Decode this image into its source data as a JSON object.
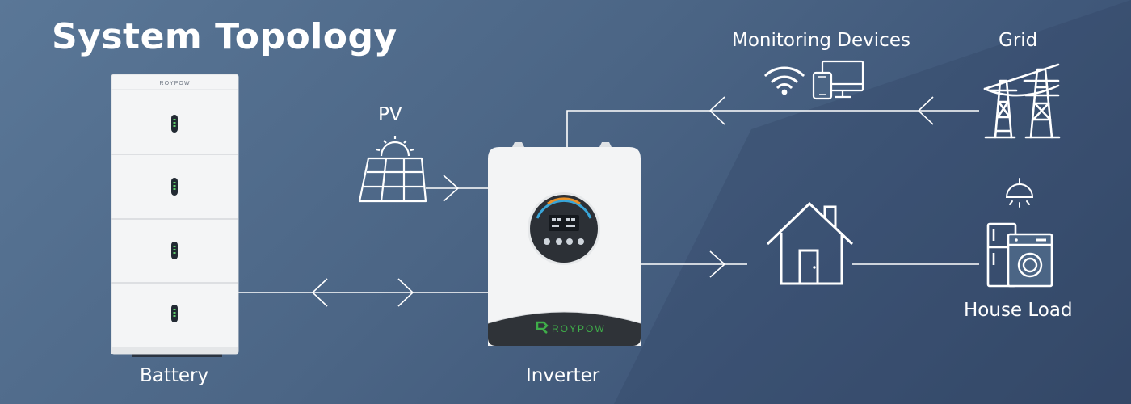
{
  "title": "System Topology",
  "nodes": {
    "pv": "PV",
    "monitoring": "Monitoring Devices",
    "grid": "Grid",
    "battery": "Battery",
    "inverter": "Inverter",
    "house_load": "House Load"
  },
  "brand": {
    "battery_logo": "ROYPOW",
    "inverter_logo": "ROYPOW",
    "logo_color": "#3fae49"
  },
  "colors": {
    "background": "#4b6585",
    "line": "#ffffff"
  },
  "icons": [
    "solar-panel-icon",
    "wifi-icon",
    "devices-icon",
    "power-tower-icon",
    "house-icon",
    "ceiling-lamp-icon",
    "appliances-icon"
  ]
}
